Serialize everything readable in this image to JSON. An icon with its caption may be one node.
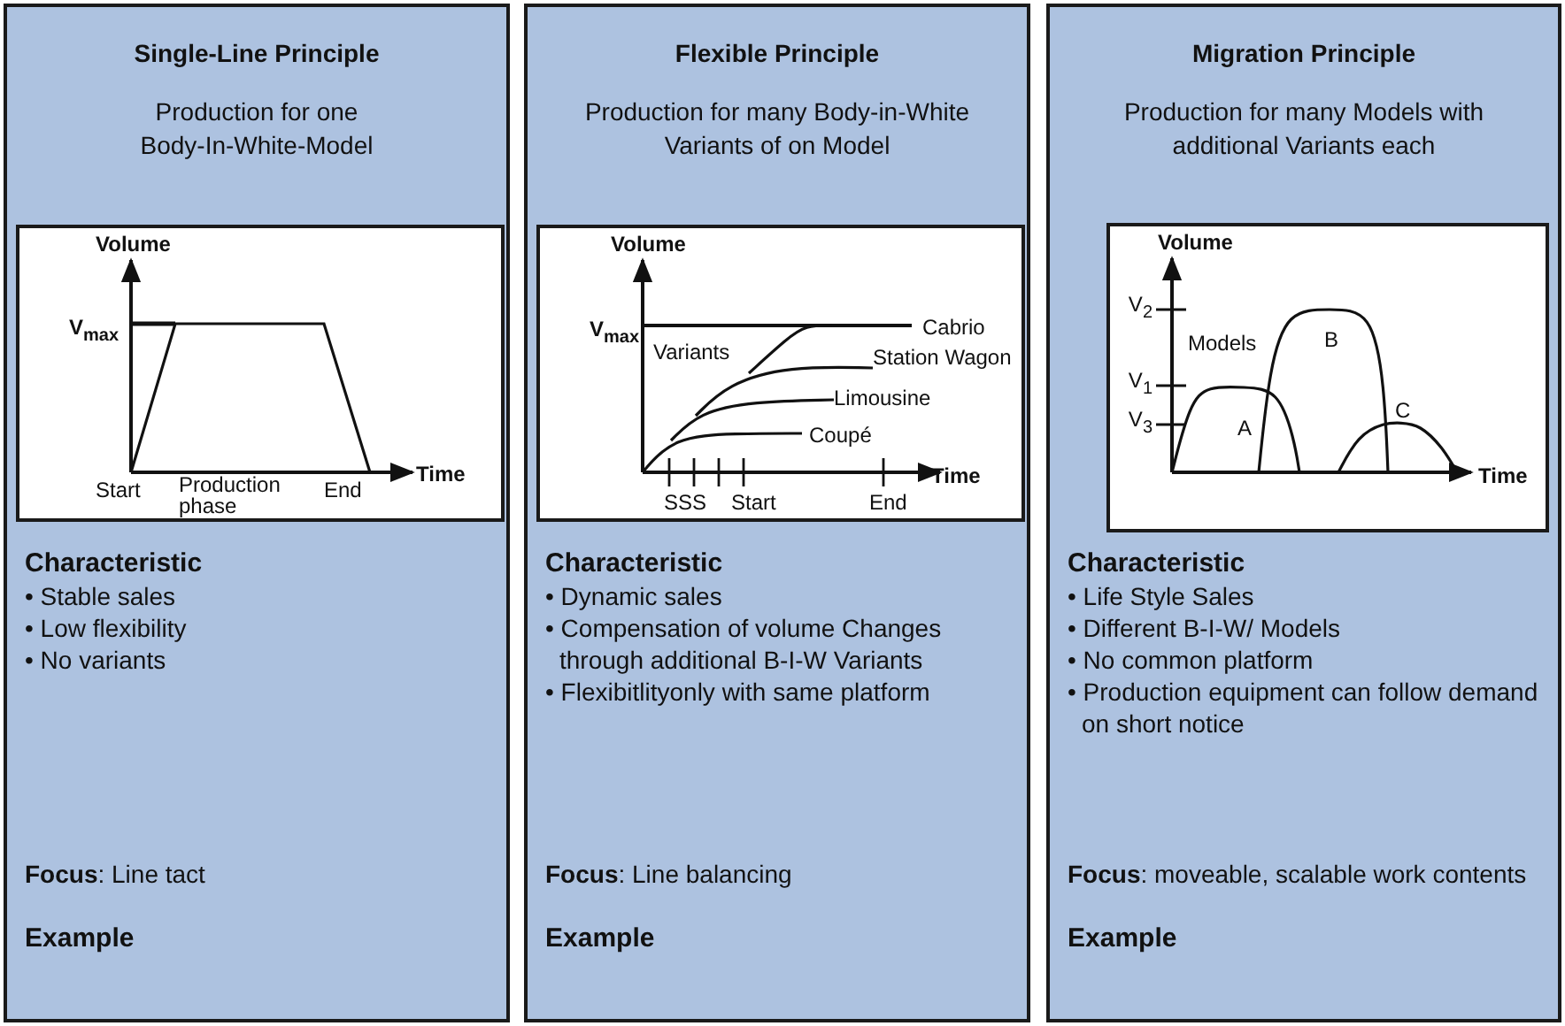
{
  "diagram": {
    "nodes": [
      {
        "text": [
          "Single-Line Principle",
          "Production for one Body-In-White-Model",
          "Characteristic",
          "• Stable sales",
          "• Low flexibility",
          "• No variants",
          "**Focus**: Line tact",
          "Example"
        ]
      },
      {
        "text": [
          "Volume",
          "V$_{max}$",
          "Time",
          "Start",
          "Production phase",
          "End"
        ],
        "in": 0
      },
      {
        "text": [
          "Flexible Principle",
          "Production for many Body-in-White Variants of on Model",
          "Characteristic",
          "• Dynamic sales",
          "• Compensation of volume Changes through additional B-I-W Variants",
          "• Flexibitlityonly with same platform",
          "**Focus**: Line balancing",
          "Example"
        ]
      },
      {
        "text": [
          "Volume",
          "V$_{max}$",
          "Variants",
          "Cabrio",
          "Station Wagon",
          "Limousine",
          "Coupé",
          "Time",
          "SSS",
          "Start",
          "End"
        ],
        "in": 2
      },
      {
        "text": [
          "Migration Principle",
          "Production for many Models with additional Variants each",
          "Characteristic",
          "• Life Style Sales",
          "• Different B-I-W/ Models",
          "• No common platform",
          "• Production equipment can follow demand on short notice",
          "**Focus**: moveable, scalable work contents",
          "Example"
        ]
      },
      {
        "text": [
          "Volume",
          "V$_{2}$",
          "Models",
          "B",
          "V$_{1}$",
          "V$_{3}$",
          "A",
          "C",
          "Time"
        ],
        "in": 4
      }
    ]
  }
}
